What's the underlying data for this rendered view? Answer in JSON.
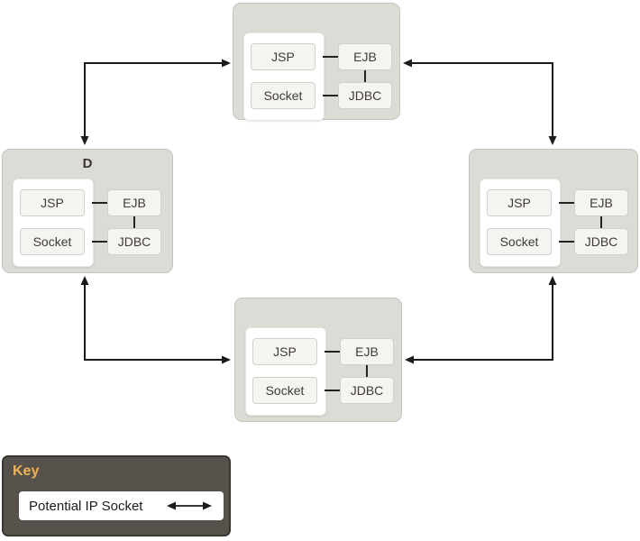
{
  "diagram": {
    "nodes": [
      {
        "id": "node-top",
        "caption": "",
        "components": {
          "jsp": "JSP",
          "socket": "Socket",
          "ejb": "EJB",
          "jdbc": "JDBC"
        }
      },
      {
        "id": "node-left",
        "caption": "D",
        "components": {
          "jsp": "JSP",
          "socket": "Socket",
          "ejb": "EJB",
          "jdbc": "JDBC"
        }
      },
      {
        "id": "node-right",
        "caption": "",
        "components": {
          "jsp": "JSP",
          "socket": "Socket",
          "ejb": "EJB",
          "jdbc": "JDBC"
        }
      },
      {
        "id": "node-bottom",
        "caption": "",
        "components": {
          "jsp": "JSP",
          "socket": "Socket",
          "ejb": "EJB",
          "jdbc": "JDBC"
        }
      }
    ],
    "connections": [
      {
        "from": "node-left",
        "to": "node-top",
        "bidirectional": true,
        "type": "potential-ip-socket"
      },
      {
        "from": "node-top",
        "to": "node-right",
        "bidirectional": true,
        "type": "potential-ip-socket"
      },
      {
        "from": "node-left",
        "to": "node-bottom",
        "bidirectional": true,
        "type": "potential-ip-socket"
      },
      {
        "from": "node-bottom",
        "to": "node-right",
        "bidirectional": true,
        "type": "potential-ip-socket"
      }
    ]
  },
  "key": {
    "title": "Key",
    "items": [
      {
        "label": "Potential IP Socket",
        "symbol": "double-arrow"
      }
    ]
  },
  "colors": {
    "node_fill": "#dcdbd6",
    "node_border": "#c6c4bf",
    "inner_panel_fill": "#ffffff",
    "component_fill": "#f5f4f0",
    "component_border": "#d2d0ca",
    "label_text": "#3f3c38",
    "arrow": "#1b1b1b",
    "key_bg": "#56514b",
    "key_title": "#eeb257"
  }
}
